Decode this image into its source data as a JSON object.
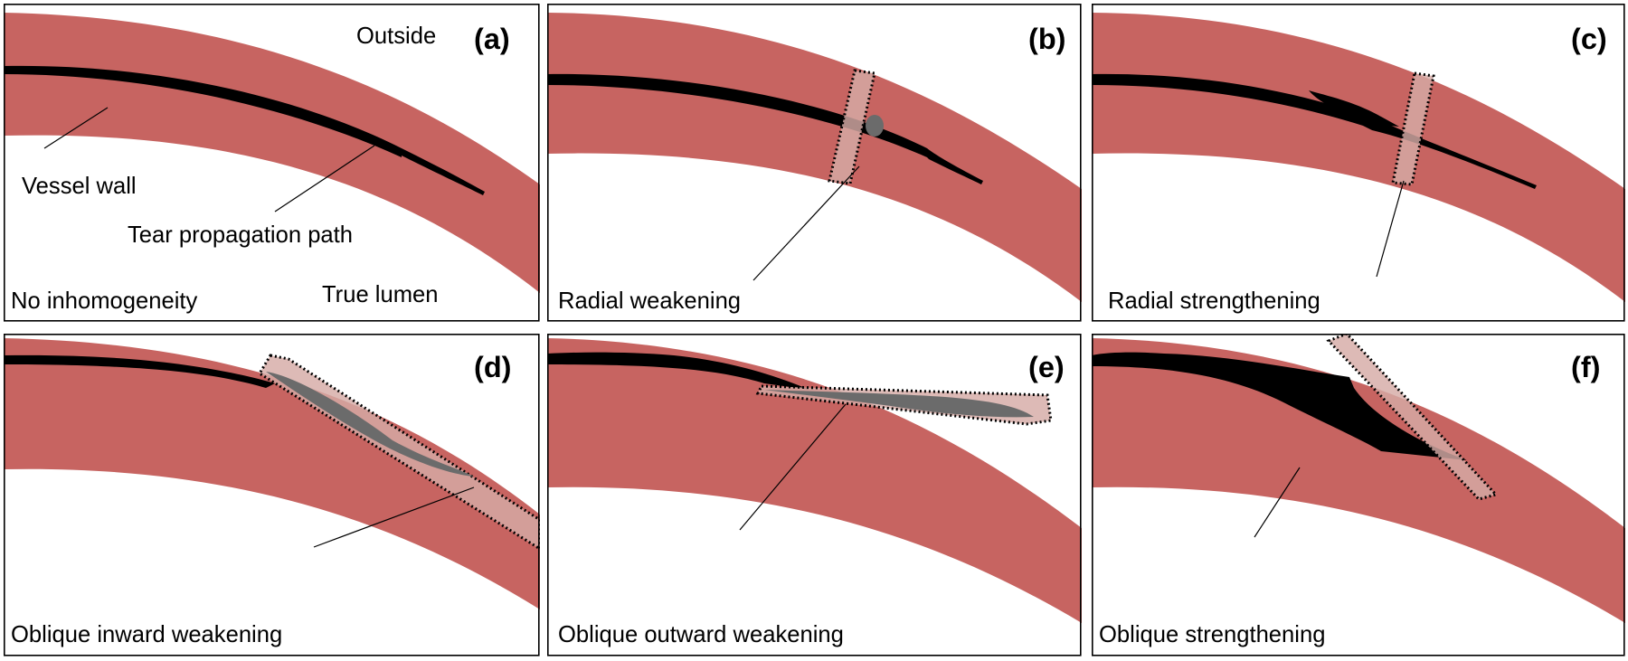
{
  "colors": {
    "vessel_wall": "#c76461",
    "tear": "#000000",
    "inhomogeneity_zone": "#d5aba6",
    "tear_in_zone": "#6b6b6b",
    "frame": "#000000"
  },
  "panels": [
    {
      "tag": "(a)",
      "caption": "No inhomogeneity",
      "labels": {
        "outside": "Outside",
        "vessel_wall": "Vessel wall",
        "tear_path": "Tear propagation path",
        "true_lumen": "True lumen"
      }
    },
    {
      "tag": "(b)",
      "caption": "Radial weakening"
    },
    {
      "tag": "(c)",
      "caption": "Radial strengthening"
    },
    {
      "tag": "(d)",
      "caption": "Oblique inward weakening"
    },
    {
      "tag": "(e)",
      "caption": "Oblique outward weakening"
    },
    {
      "tag": "(f)",
      "caption": "Oblique strengthening"
    }
  ]
}
